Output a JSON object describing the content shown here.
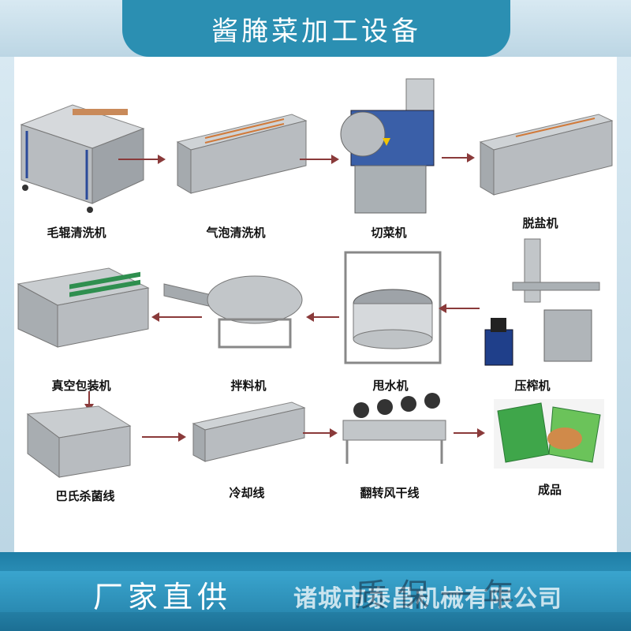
{
  "header": {
    "title": "酱腌菜加工设备"
  },
  "footer": {
    "slogan": "厂家直供",
    "company": "诸城市泰昌机械有限公司",
    "watermark": "质保一年"
  },
  "machines": [
    {
      "label": "毛辊清洗机"
    },
    {
      "label": "气泡清洗机"
    },
    {
      "label": "切菜机"
    },
    {
      "label": "脱盐机"
    },
    {
      "label": "真空包装机"
    },
    {
      "label": "拌料机"
    },
    {
      "label": "甩水机"
    },
    {
      "label": "压榨机"
    },
    {
      "label": "巴氏杀菌线"
    },
    {
      "label": "冷却线"
    },
    {
      "label": "翻转风干线"
    },
    {
      "label": "成品"
    }
  ],
  "colors": {
    "title_bg": "#2b8fb2",
    "band_light": "#bcd6e4",
    "footer_bg": "#2f95bd",
    "arrow": "#8a3a3a",
    "steel": "#b8bcc0",
    "steel_dark": "#7d8388",
    "product_green": "#3fa64a"
  }
}
